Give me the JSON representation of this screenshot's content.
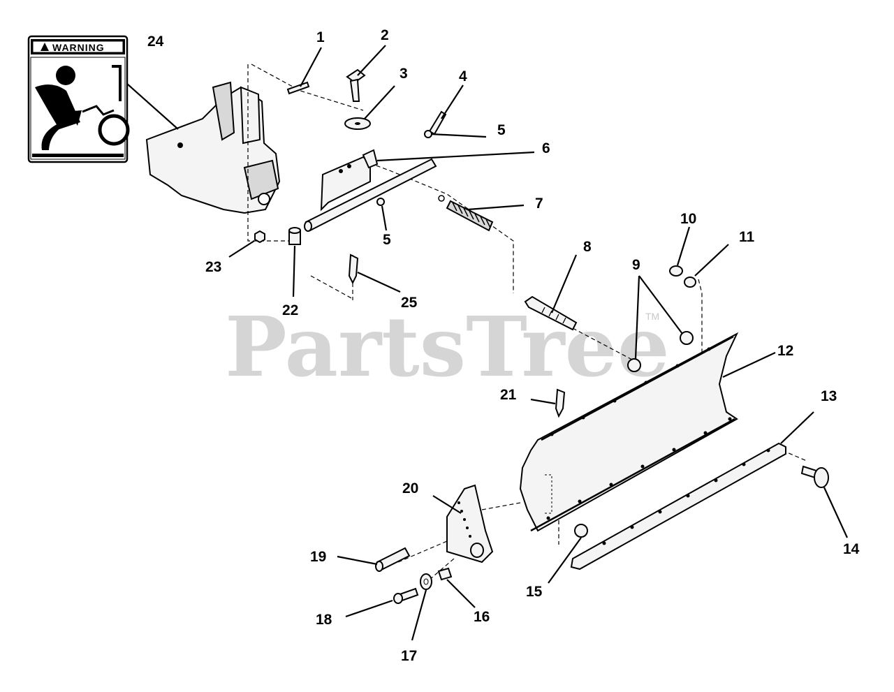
{
  "watermark": {
    "text": "PartsTree",
    "tm": "TM"
  },
  "warning_label": {
    "text": "WARNING"
  },
  "callouts": [
    {
      "id": "c1",
      "label": "1"
    },
    {
      "id": "c2",
      "label": "2"
    },
    {
      "id": "c3",
      "label": "3"
    },
    {
      "id": "c4",
      "label": "4"
    },
    {
      "id": "c5a",
      "label": "5"
    },
    {
      "id": "c5b",
      "label": "5"
    },
    {
      "id": "c6",
      "label": "6"
    },
    {
      "id": "c7",
      "label": "7"
    },
    {
      "id": "c8",
      "label": "8"
    },
    {
      "id": "c9",
      "label": "9"
    },
    {
      "id": "c10",
      "label": "10"
    },
    {
      "id": "c11",
      "label": "11"
    },
    {
      "id": "c12",
      "label": "12"
    },
    {
      "id": "c13",
      "label": "13"
    },
    {
      "id": "c14",
      "label": "14"
    },
    {
      "id": "c15",
      "label": "15"
    },
    {
      "id": "c16",
      "label": "16"
    },
    {
      "id": "c17",
      "label": "17"
    },
    {
      "id": "c18",
      "label": "18"
    },
    {
      "id": "c19",
      "label": "19"
    },
    {
      "id": "c20",
      "label": "20"
    },
    {
      "id": "c21",
      "label": "21"
    },
    {
      "id": "c22",
      "label": "22"
    },
    {
      "id": "c23",
      "label": "23"
    },
    {
      "id": "c24",
      "label": "24"
    },
    {
      "id": "c25",
      "label": "25"
    }
  ]
}
